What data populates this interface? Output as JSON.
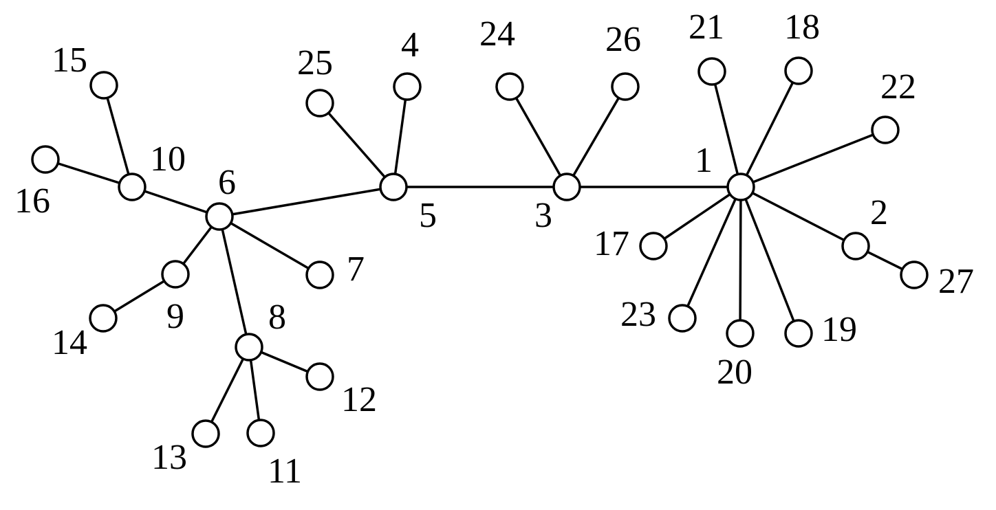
{
  "graph": {
    "nodes": [
      {
        "id": "1",
        "label": "1"
      },
      {
        "id": "2",
        "label": "2"
      },
      {
        "id": "3",
        "label": "3"
      },
      {
        "id": "4",
        "label": "4"
      },
      {
        "id": "5",
        "label": "5"
      },
      {
        "id": "6",
        "label": "6"
      },
      {
        "id": "7",
        "label": "7"
      },
      {
        "id": "8",
        "label": "8"
      },
      {
        "id": "9",
        "label": "9"
      },
      {
        "id": "10",
        "label": "10"
      },
      {
        "id": "11",
        "label": "11"
      },
      {
        "id": "12",
        "label": "12"
      },
      {
        "id": "13",
        "label": "13"
      },
      {
        "id": "14",
        "label": "14"
      },
      {
        "id": "15",
        "label": "15"
      },
      {
        "id": "16",
        "label": "16"
      },
      {
        "id": "17",
        "label": "17"
      },
      {
        "id": "18",
        "label": "18"
      },
      {
        "id": "19",
        "label": "19"
      },
      {
        "id": "20",
        "label": "20"
      },
      {
        "id": "21",
        "label": "21"
      },
      {
        "id": "22",
        "label": "22"
      },
      {
        "id": "23",
        "label": "23"
      },
      {
        "id": "24",
        "label": "24"
      },
      {
        "id": "25",
        "label": "25"
      },
      {
        "id": "26",
        "label": "26"
      },
      {
        "id": "27",
        "label": "27"
      }
    ],
    "edges": [
      [
        "15",
        "10"
      ],
      [
        "16",
        "10"
      ],
      [
        "10",
        "6"
      ],
      [
        "6",
        "5"
      ],
      [
        "6",
        "9"
      ],
      [
        "6",
        "7"
      ],
      [
        "6",
        "8"
      ],
      [
        "9",
        "14"
      ],
      [
        "8",
        "12"
      ],
      [
        "8",
        "13"
      ],
      [
        "8",
        "11"
      ],
      [
        "25",
        "5"
      ],
      [
        "4",
        "5"
      ],
      [
        "5",
        "3"
      ],
      [
        "24",
        "3"
      ],
      [
        "26",
        "3"
      ],
      [
        "3",
        "1"
      ],
      [
        "21",
        "1"
      ],
      [
        "18",
        "1"
      ],
      [
        "22",
        "1"
      ],
      [
        "1",
        "2"
      ],
      [
        "2",
        "27"
      ],
      [
        "1",
        "17"
      ],
      [
        "1",
        "23"
      ],
      [
        "1",
        "20"
      ],
      [
        "1",
        "19"
      ]
    ]
  }
}
